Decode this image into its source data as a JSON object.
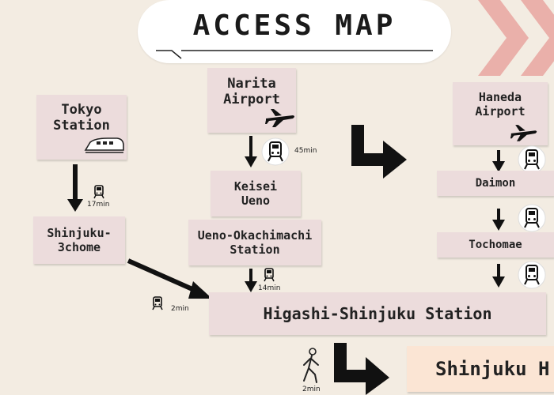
{
  "title": "ACCESS MAP",
  "stations": {
    "tokyo": "Tokyo\nStation",
    "shinjuku3": "Shinjuku-\n3chome",
    "narita": "Narita\nAirport",
    "keisei": "Keisei\nUeno",
    "ueno": "Ueno-Okachimachi\nStation",
    "haneda": "Haneda\nAirport",
    "daimon": "Daimon",
    "tochomae": "Tochomae",
    "higashi": "Higashi-Shinjuku Station",
    "destination": "Shinjuku H"
  },
  "times": {
    "tokyo_shinjuku3": "17min",
    "shinjuku3_higashi": "2min",
    "narita_keisei": "45min",
    "ueno_higashi": "14min",
    "walk": "2min"
  },
  "colors": {
    "background": "#f3ece2",
    "box": "#ecdcdc",
    "destination": "#fbe5d4",
    "chevron": "#e8a7a2",
    "arrow": "#111111"
  },
  "icons": {
    "train": "train-icon",
    "airplane": "airplane-icon",
    "bullet_train": "bullet-train-icon",
    "walking": "walking-person-icon"
  }
}
